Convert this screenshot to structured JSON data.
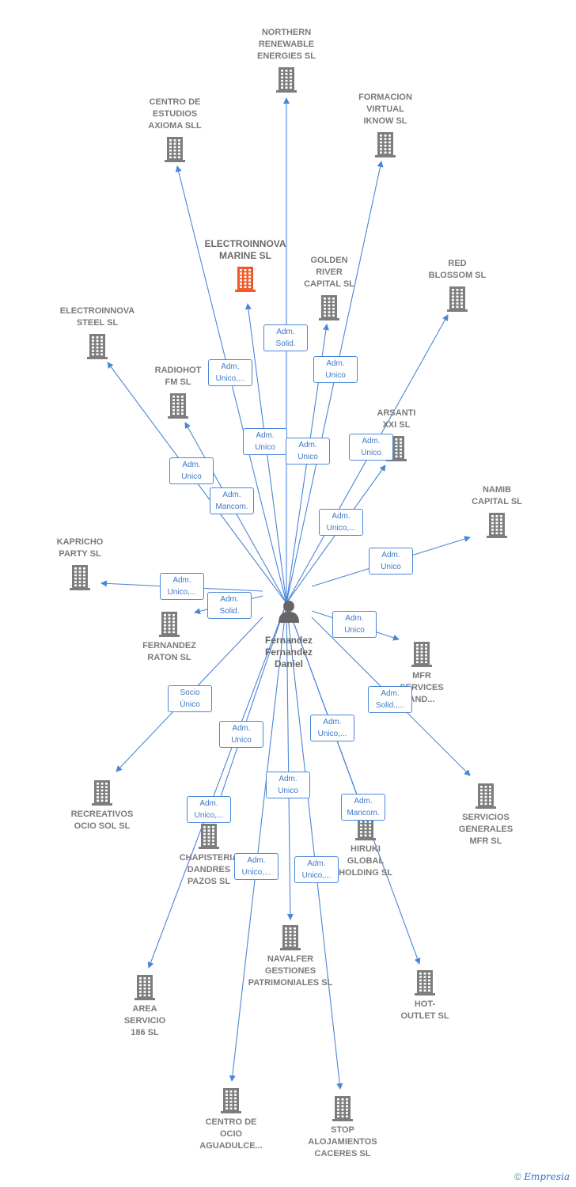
{
  "center": {
    "name": "Fernandez\nFernandez\nDaniel"
  },
  "companies": [
    {
      "id": "northern",
      "name": "NORTHERN\nRENEWABLE\nENERGIES  SL",
      "highlight": false
    },
    {
      "id": "centro_estudios",
      "name": "CENTRO DE\nESTUDIOS\nAXIOMA SLL",
      "highlight": false
    },
    {
      "id": "formacion",
      "name": "FORMACION\nVIRTUAL\nIKNOW SL",
      "highlight": false
    },
    {
      "id": "electroinnova_marine",
      "name": "ELECTROINNOVA\nMARINE  SL",
      "highlight": true
    },
    {
      "id": "golden_river",
      "name": "GOLDEN\nRIVER\nCAPITAL  SL",
      "highlight": false
    },
    {
      "id": "red_blossom",
      "name": "RED\nBLOSSOM  SL",
      "highlight": false
    },
    {
      "id": "electroinnova_steel",
      "name": "ELECTROINNOVA\nSTEEL  SL",
      "highlight": false
    },
    {
      "id": "radiohot",
      "name": "RADIOHOT\nFM SL",
      "highlight": false
    },
    {
      "id": "arsanti",
      "name": "ARSANTI\nXXI  SL",
      "highlight": false
    },
    {
      "id": "namib",
      "name": "NAMIB\nCAPITAL  SL",
      "highlight": false
    },
    {
      "id": "kapricho",
      "name": "KAPRICHO\nPARTY  SL",
      "highlight": false
    },
    {
      "id": "fernandez_raton",
      "name": "FERNANDEZ\nRATON  SL",
      "highlight": false
    },
    {
      "id": "mfr_services",
      "name": "MFR\nSERVICES\nAND...",
      "highlight": false
    },
    {
      "id": "recreativos",
      "name": "RECREATIVOS\nOCIO SOL  SL",
      "highlight": false
    },
    {
      "id": "servicios_generales",
      "name": "SERVICIOS\nGENERALES\nMFR SL",
      "highlight": false
    },
    {
      "id": "chapisteria",
      "name": "CHAPISTERIA\nDANDRES\nPAZOS  SL",
      "highlight": false
    },
    {
      "id": "hiruki",
      "name": "HIRUKI\nGLOBAL\nHOLDING  SL",
      "highlight": false
    },
    {
      "id": "navalfer",
      "name": "NAVALFER\nGESTIONES\nPATRIMONIALES SL",
      "highlight": false
    },
    {
      "id": "hot_outlet",
      "name": "HOT-\nOUTLET SL",
      "highlight": false
    },
    {
      "id": "area_servicio",
      "name": "AREA\nSERVICIO\n186  SL",
      "highlight": false
    },
    {
      "id": "centro_ocio",
      "name": "CENTRO DE\nOCIO\nAGUADULCE...",
      "highlight": false
    },
    {
      "id": "stop",
      "name": "STOP\nALOJAMIENTOS\nCACERES  SL",
      "highlight": false
    }
  ],
  "relations": [
    {
      "to": "northern",
      "label": "Adm.\nSolid."
    },
    {
      "to": "centro_estudios",
      "label": "Adm.\nUnico,..."
    },
    {
      "to": "formacion",
      "label": "Adm.\nUnico"
    },
    {
      "to": "electroinnova_marine",
      "label": "Adm.\nUnico"
    },
    {
      "to": "golden_river",
      "label": "Adm.\nUnico"
    },
    {
      "to": "red_blossom",
      "label": "Adm.\nUnico"
    },
    {
      "to": "electroinnova_steel",
      "label": "Adm.\nUnico"
    },
    {
      "to": "radiohot",
      "label": "Adm.\nMancom."
    },
    {
      "to": "arsanti",
      "label": "Adm.\nUnico,..."
    },
    {
      "to": "namib",
      "label": "Adm.\nUnico"
    },
    {
      "to": "kapricho",
      "label": "Adm.\nUnico,..."
    },
    {
      "to": "fernandez_raton",
      "label": "Adm.\nSolid."
    },
    {
      "to": "mfr_services",
      "label": "Adm.\nUnico"
    },
    {
      "to": "recreativos",
      "label": "Socio\nÚnico"
    },
    {
      "to": "servicios_generales",
      "label": "Adm.\nSolid.,..."
    },
    {
      "to": "chapisteria",
      "label": "Adm.\nUnico"
    },
    {
      "to": "hiruki",
      "label": "Adm.\nUnico,..."
    },
    {
      "to": "hot_outlet",
      "label": "Adm.\nMancom."
    },
    {
      "to": "navalfer",
      "label": "Adm.\nUnico"
    },
    {
      "to": "area_servicio",
      "label": "Adm.\nUnico,..."
    },
    {
      "to": "centro_ocio",
      "label": "Adm.\nUnico,..."
    },
    {
      "to": "stop",
      "label": "Adm.\nUnico,..."
    }
  ],
  "colors": {
    "edge": "#4a86d8",
    "building": "#7d7d7d",
    "highlight": "#f05a28",
    "person": "#666666"
  },
  "footer": {
    "copyright_symbol": "©",
    "brand": "Empresia"
  }
}
